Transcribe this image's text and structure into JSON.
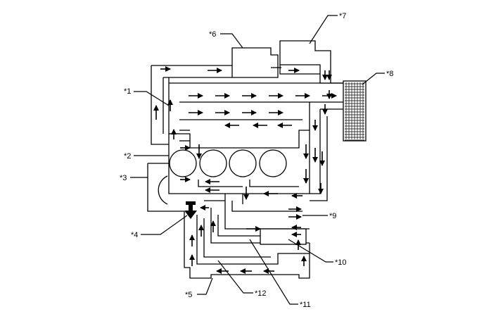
{
  "diagram": {
    "background": "#ffffff",
    "line_color": "#000000",
    "callouts": [
      {
        "id": "c1",
        "text": "*1"
      },
      {
        "id": "c2",
        "text": "*2"
      },
      {
        "id": "c3",
        "text": "*3"
      },
      {
        "id": "c4",
        "text": "*4"
      },
      {
        "id": "c5",
        "text": "*5"
      },
      {
        "id": "c6",
        "text": "*6"
      },
      {
        "id": "c7",
        "text": "*7"
      },
      {
        "id": "c8",
        "text": "*8"
      },
      {
        "id": "c9",
        "text": "*9"
      },
      {
        "id": "c10",
        "text": "*10"
      },
      {
        "id": "c11",
        "text": "*11"
      },
      {
        "id": "c12",
        "text": "*12"
      }
    ]
  }
}
